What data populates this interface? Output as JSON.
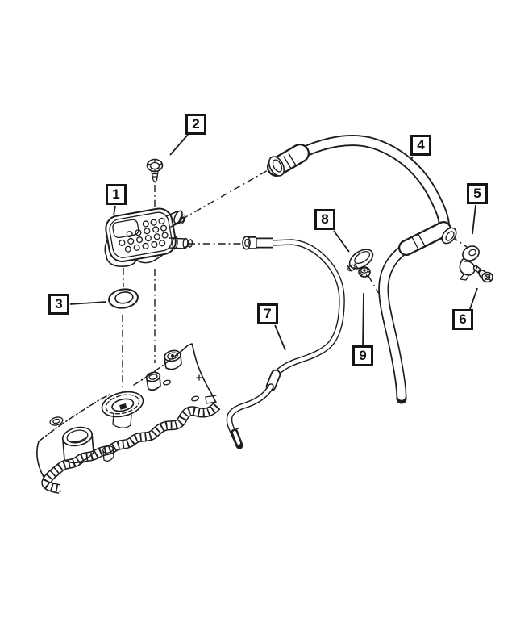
{
  "window": {
    "background_color": "#ffffff",
    "line_color": "#1c1c1c"
  },
  "diagram": {
    "type": "exploded-parts-line-drawing",
    "callouts": [
      {
        "number": "1"
      },
      {
        "number": "2"
      },
      {
        "number": "3"
      },
      {
        "number": "4"
      },
      {
        "number": "5"
      },
      {
        "number": "6"
      },
      {
        "number": "7"
      },
      {
        "number": "8"
      },
      {
        "number": "9"
      }
    ]
  }
}
